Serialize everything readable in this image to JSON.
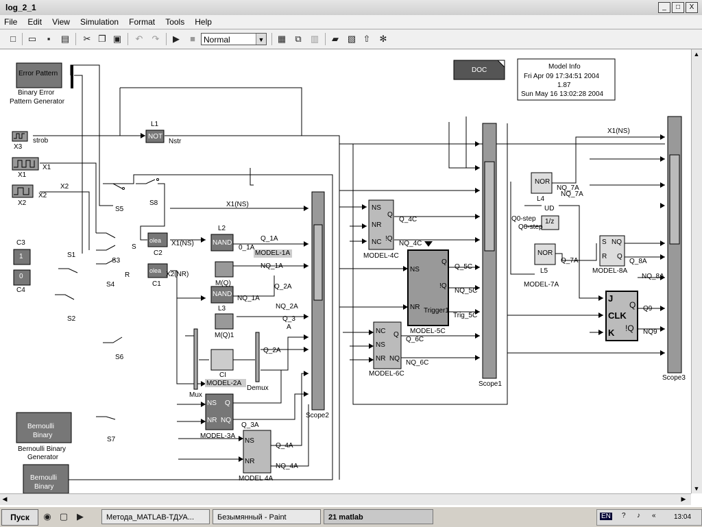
{
  "window": {
    "title": "log_2_1",
    "btn_min": "_",
    "btn_max": "□",
    "btn_close": "X"
  },
  "menu": [
    "File",
    "Edit",
    "View",
    "Simulation",
    "Format",
    "Tools",
    "Help"
  ],
  "toolbar": {
    "mode": "Normal"
  },
  "info_box": {
    "line1": "Model Info",
    "line2": "Fri Apr 09 17:34:51 2004",
    "line3": "1.87",
    "line4": "Sun May 16 13:02:28 2004"
  },
  "doc_block": "DOC",
  "blocks": {
    "error_pattern": "Error Pattern",
    "error_pattern_caption1": "Binary Error",
    "error_pattern_caption2": "Pattern Generator",
    "x3": "X3",
    "strob": "strob",
    "x1": "X1",
    "x1_out": "X1",
    "x2": "X2",
    "x2_out": "X2",
    "x2_line": "X2",
    "c3": "C3",
    "c3_val": "1",
    "c4": "C4",
    "c4_val": "0",
    "s1": "S1",
    "s2": "S2",
    "s3": "S3",
    "s4": "S4",
    "s5": "S5",
    "s6": "S6",
    "s7": "S7",
    "s8": "S8",
    "s_lbl": "S",
    "r_lbl": "R",
    "l1": "L1",
    "not": "NOT",
    "nstr": "Nstr",
    "c2": "C2",
    "c1": "C1",
    "bool": "olea",
    "x1ns": "X1(NS)",
    "x2nr": "X2(NR)",
    "x1ns_bus": "X1(NS)",
    "l2": "L2",
    "nand": "NAND",
    "l3": "L3",
    "mq": "M(Q)",
    "mq1": "M(Q)1",
    "q1a": "Q_1A",
    "nq1a": "NQ_1A",
    "nq1a2": "NQ_1A",
    "q1a_small": "0_1A",
    "model1a": "MODEL-1A",
    "q2a": "Q_2A",
    "nq2a": "NQ_2A",
    "q3": "Q_3",
    "a": "A",
    "q2a_b": "Q_2A",
    "mux": "Mux",
    "ci": "CI",
    "model2a": "MODEL-2A",
    "demux": "Demux",
    "bern1_a": "Bernoulli",
    "bern1_b": "Binary",
    "bern1_c1": "Bernoulli Binary",
    "bern1_c2": "Generator",
    "bern2_a": "Bernoulli",
    "bern2_b": "Binary",
    "model3a": "MODEL-3A",
    "ns": "NS",
    "nr": "NR",
    "q": "Q",
    "nq": "NQ",
    "q3a": "Q_3A",
    "model4a": "MODEL 4A",
    "q4a": "Q_4A",
    "nq4a": "NQ_4A",
    "scope2": "Scope2",
    "model4c": "MODEL-4C",
    "nc": "NC",
    "notq": "!Q",
    "q4c": "Q_4C",
    "nq4c": "NQ_4C",
    "model5c": "MODEL-5C",
    "trigger1": "Trigger1",
    "q5c": "Q_5C",
    "nq5c": "NQ_5C",
    "trig5c": "Trig_5C",
    "model6c": "MODEL-6C",
    "q6c": "Q_6C",
    "nq6c": "NQ_6C",
    "scope1": "Scope1",
    "nor": "NOR",
    "l4": "L4",
    "l5": "L5",
    "nq7a": "NQ_7A",
    "nq7a2": "NQ_7A",
    "ud": "UD",
    "q0step": "Q0-step",
    "q0step2": "Q0-step",
    "z1": "1/z",
    "model7a": "MODEL-7A",
    "q7a": "Q_7A",
    "s_in": "S",
    "r_in": "R",
    "model8a": "MODEL-8A",
    "q8a": "Q_8A",
    "nq8a": "NQ_8A",
    "j": "J",
    "clk": "CLK",
    "k": "K",
    "q9": "Q9",
    "nq9": "NQ9",
    "x1ns_right": "X1(NS)",
    "scope3": "Scope3"
  },
  "taskbar": {
    "start": "Пуск",
    "task1": "Метода_MATLAB-ТДУА...",
    "task2": "Безымянный - Paint",
    "task3": "21 matlab",
    "lang": "EN",
    "clock": "13:04"
  }
}
